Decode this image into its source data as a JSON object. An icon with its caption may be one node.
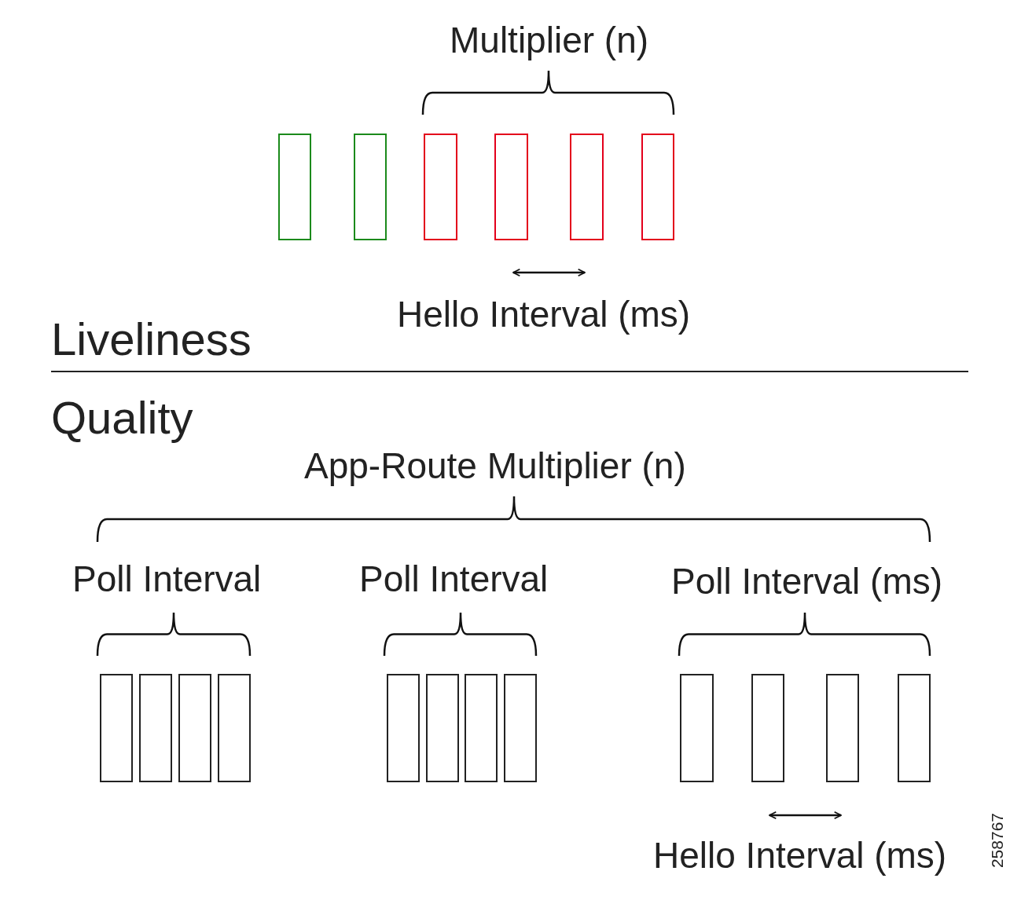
{
  "diagram": {
    "nodes": [
      {
        "text": [],
        "shape": "box"
      },
      {
        "text": [],
        "shape": "box"
      },
      {
        "text": [],
        "shape": "box"
      },
      {
        "text": [],
        "shape": "box"
      },
      {
        "text": [],
        "shape": "box"
      },
      {
        "text": [],
        "shape": "box"
      },
      {
        "text": [],
        "shape": "box"
      },
      {
        "text": [],
        "shape": "box"
      },
      {
        "text": [],
        "shape": "box"
      },
      {
        "text": [],
        "shape": "box"
      },
      {
        "text": [],
        "shape": "box"
      },
      {
        "text": [],
        "shape": "box"
      },
      {
        "text": [],
        "shape": "box"
      },
      {
        "text": [],
        "shape": "box"
      },
      {
        "text": [],
        "shape": "box"
      },
      {
        "text": [],
        "shape": "box"
      },
      {
        "text": [],
        "shape": "box"
      },
      {
        "text": [],
        "shape": "box"
      }
    ],
    "labels": [
      "Multiplier (n)",
      "Hello Interval (ms)",
      "Liveliness",
      "Quality",
      "App-Route Multiplier (n)",
      "Poll Interval",
      "Poll Interval",
      "Poll Interval (ms)",
      "Hello Interval (ms)",
      "258767"
    ]
  }
}
